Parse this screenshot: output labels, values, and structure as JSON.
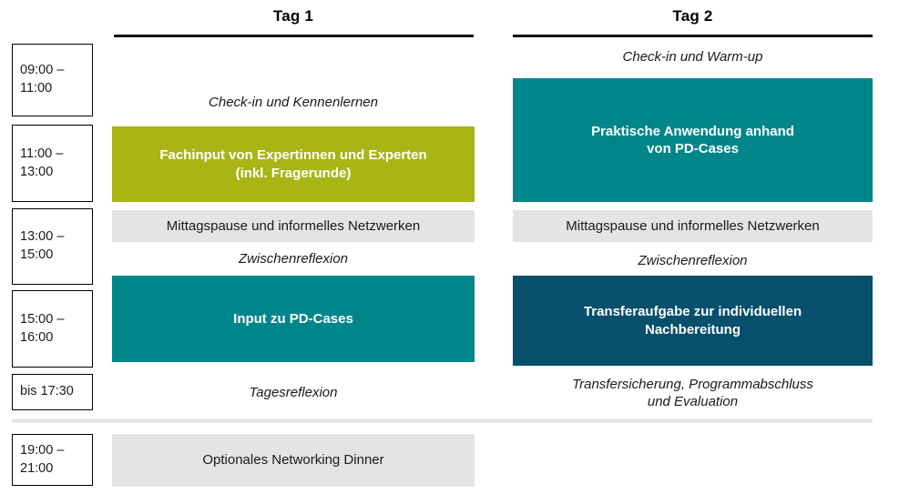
{
  "palette": {
    "olive": "#a9b415",
    "teal": "#00868a",
    "navy": "#064f6d",
    "grey": "#e4e4e4",
    "black": "#000000",
    "text": "#1a1a1a",
    "white": "#ffffff",
    "divider": "#e3e3e3"
  },
  "columns": [
    {
      "id": "day1",
      "title": "Tag 1"
    },
    {
      "id": "day2",
      "title": "Tag 2"
    }
  ],
  "time_slots": [
    {
      "id": "slot-0900",
      "label": "09:00 –\n11:00"
    },
    {
      "id": "slot-1100",
      "label": "11:00 –\n13:00"
    },
    {
      "id": "slot-1300",
      "label": "13:00 –\n15:00"
    },
    {
      "id": "slot-1500",
      "label": "15:00 –\n16:00"
    },
    {
      "id": "slot-1730",
      "label": "bis 17:30"
    },
    {
      "id": "slot-1900",
      "label": "19:00 –\n21:00"
    }
  ],
  "day1": {
    "sessions": [
      {
        "id": "d1-checkin",
        "label": "Check-in und Kennenlernen",
        "style": "plain"
      },
      {
        "id": "d1-fachinput",
        "label": "Fachinput von Expertinnen und Experten\n(inkl. Fragerunde)",
        "style": "olive"
      },
      {
        "id": "d1-mittagspause",
        "label": "Mittagspause und informelles Netzwerken",
        "style": "break"
      },
      {
        "id": "d1-zwischenreflexion",
        "label": "Zwischenreflexion",
        "style": "plain"
      },
      {
        "id": "d1-input-pd",
        "label": "Input zu PD-Cases",
        "style": "teal"
      },
      {
        "id": "d1-tagesreflexion",
        "label": "Tagesreflexion",
        "style": "plain"
      }
    ]
  },
  "day2": {
    "sessions": [
      {
        "id": "d2-checkin",
        "label": "Check-in und Warm-up",
        "style": "plain"
      },
      {
        "id": "d2-praktische",
        "label": "Praktische Anwendung anhand\nvon PD-Cases",
        "style": "teal"
      },
      {
        "id": "d2-mittagspause",
        "label": "Mittagspause und informelles Netzwerken",
        "style": "break"
      },
      {
        "id": "d2-zwischenreflexion",
        "label": "Zwischenreflexion",
        "style": "plain"
      },
      {
        "id": "d2-transferaufgabe",
        "label": "Transferaufgabe zur individuellen\nNachbereitung",
        "style": "navy"
      },
      {
        "id": "d2-abschluss",
        "label": "Transfersicherung, Programmabschluss\nund Evaluation",
        "style": "plain"
      }
    ]
  },
  "evening": {
    "session": {
      "id": "evening-dinner",
      "label": "Optionales Networking Dinner",
      "style": "break"
    }
  }
}
